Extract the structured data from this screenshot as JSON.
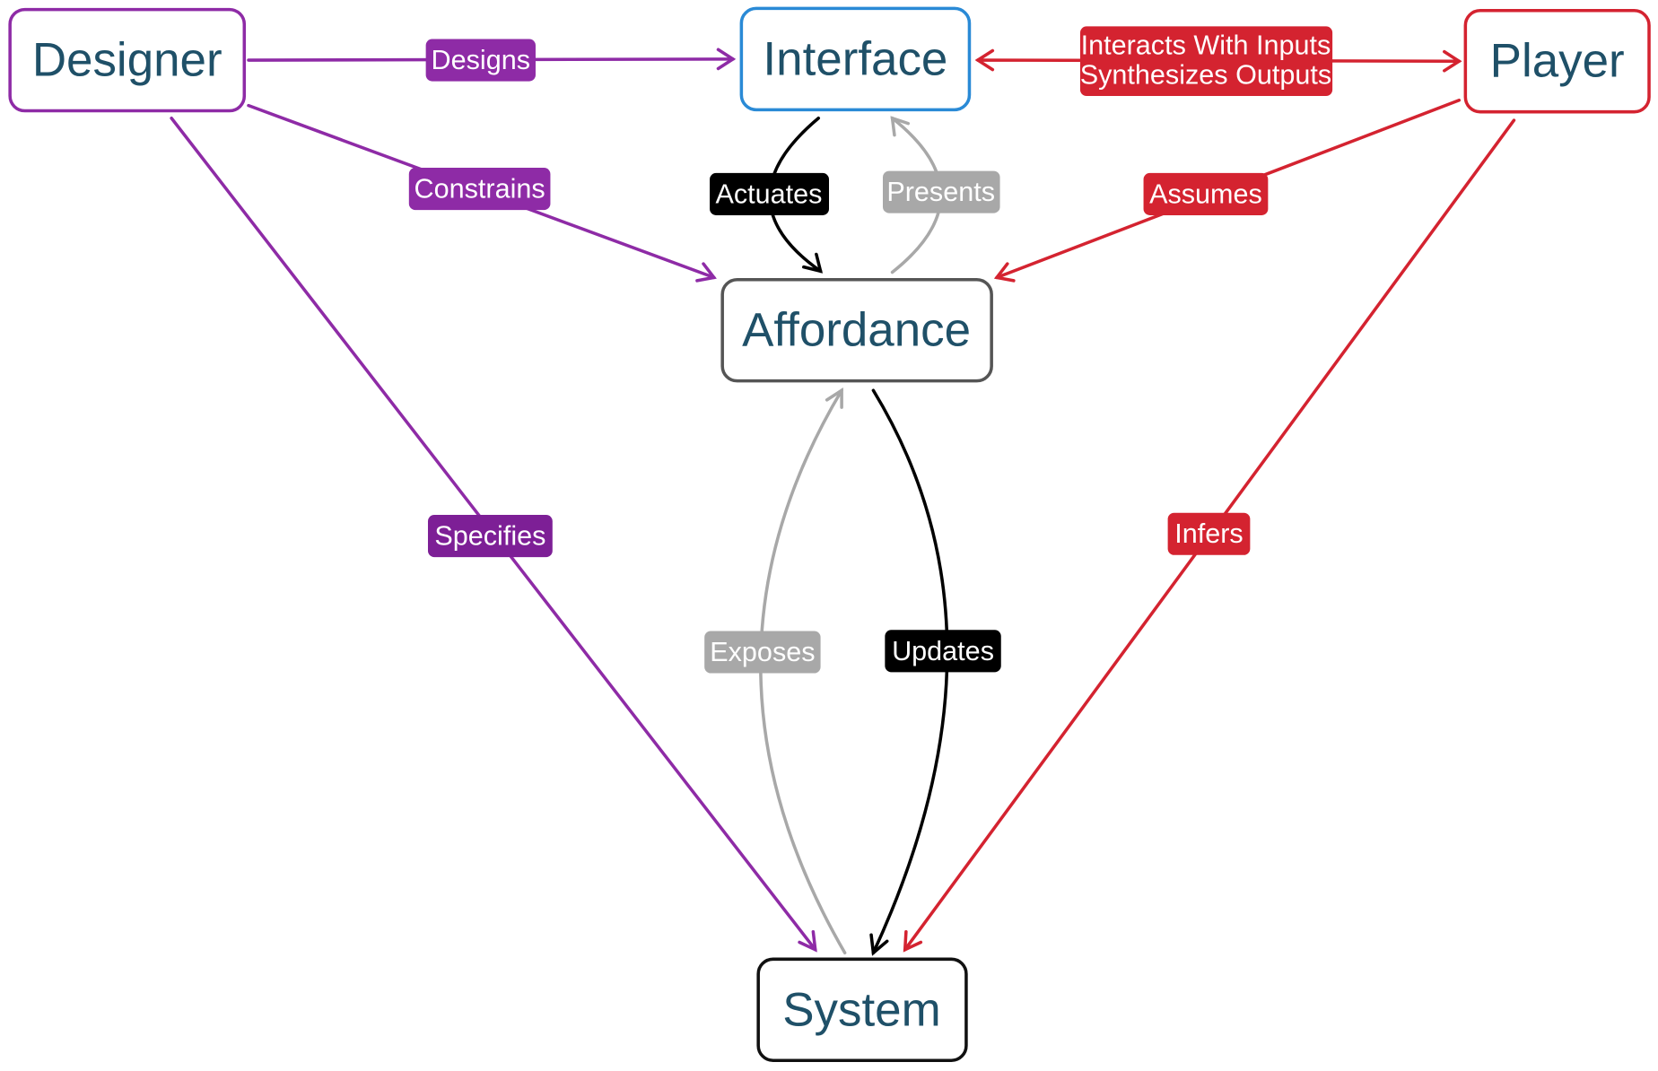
{
  "colors": {
    "designer": "#8e2ba6",
    "interface": "#2a8ad6",
    "player": "#d42330",
    "affordance": "#555555",
    "system": "#111111",
    "node_text": "#1f5068",
    "gray_edge": "#a8a8a8",
    "black_edge": "#000000"
  },
  "nodes": {
    "designer": {
      "label": "Designer"
    },
    "interface": {
      "label": "Interface"
    },
    "player": {
      "label": "Player"
    },
    "affordance": {
      "label": "Affordance"
    },
    "system": {
      "label": "System"
    }
  },
  "edges": {
    "designs": {
      "from": "designer",
      "to": "interface",
      "label": "Designs"
    },
    "constrains": {
      "from": "designer",
      "to": "affordance",
      "label": "Constrains"
    },
    "specifies": {
      "from": "designer",
      "to": "system",
      "label": "Specifies"
    },
    "interacts": {
      "from": "player",
      "to": "interface",
      "bidirectional": true,
      "label_line1": "Interacts With Inputs",
      "label_line2": "Synthesizes Outputs"
    },
    "assumes": {
      "from": "player",
      "to": "affordance",
      "label": "Assumes"
    },
    "infers": {
      "from": "player",
      "to": "system",
      "label": "Infers"
    },
    "actuates": {
      "from": "interface",
      "to": "affordance",
      "label": "Actuates"
    },
    "presents": {
      "from": "affordance",
      "to": "interface",
      "label": "Presents"
    },
    "exposes": {
      "from": "system",
      "to": "affordance",
      "label": "Exposes"
    },
    "updates": {
      "from": "affordance",
      "to": "system",
      "label": "Updates"
    }
  }
}
